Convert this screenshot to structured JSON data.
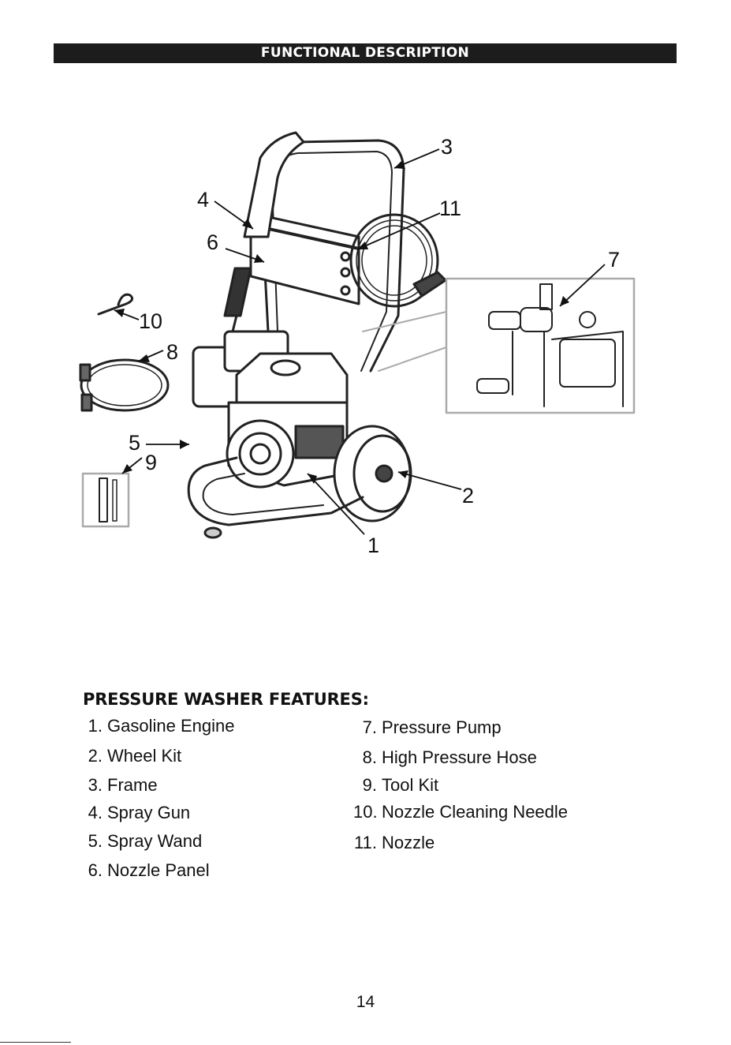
{
  "header": {
    "title": "FUNCTIONAL DESCRIPTION"
  },
  "diagram": {
    "callouts": [
      "1",
      "2",
      "3",
      "4",
      "5",
      "6",
      "7",
      "8",
      "9",
      "10",
      "11"
    ]
  },
  "features": {
    "title": "PRESSURE WASHER FEATURES:",
    "items": [
      {
        "num": "1.",
        "label": "Gasoline Engine"
      },
      {
        "num": "2.",
        "label": "Wheel Kit"
      },
      {
        "num": "3.",
        "label": "Frame"
      },
      {
        "num": "4.",
        "label": "Spray Gun"
      },
      {
        "num": "5.",
        "label": "Spray Wand"
      },
      {
        "num": "6.",
        "label": "Nozzle Panel"
      },
      {
        "num": "7.",
        "label": "Pressure Pump"
      },
      {
        "num": "8.",
        "label": "High Pressure Hose"
      },
      {
        "num": "9.",
        "label": "Tool Kit"
      },
      {
        "num": "10.",
        "label": "Nozzle Cleaning Needle"
      },
      {
        "num": "11.",
        "label": "Nozzle"
      }
    ]
  },
  "footer": {
    "page_number": "14"
  }
}
